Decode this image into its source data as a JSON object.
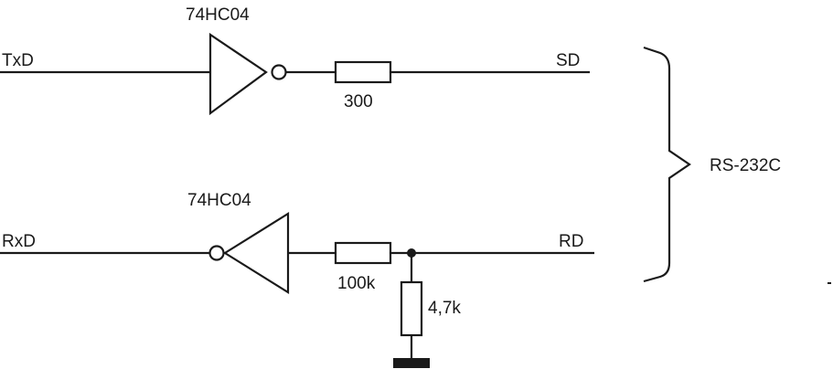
{
  "transmit": {
    "input_signal": "TxD",
    "gate_part": "74HC04",
    "resistor_value": "300",
    "output_signal": "SD"
  },
  "receive": {
    "input_signal": "RxD",
    "gate_part": "74HC04",
    "series_resistor_value": "100k",
    "pulldown_resistor_value": "4,7k",
    "output_signal": "RD"
  },
  "interface_label": "RS-232C",
  "colors": {
    "ink": "#1a1a1a",
    "background": "#ffffff"
  }
}
